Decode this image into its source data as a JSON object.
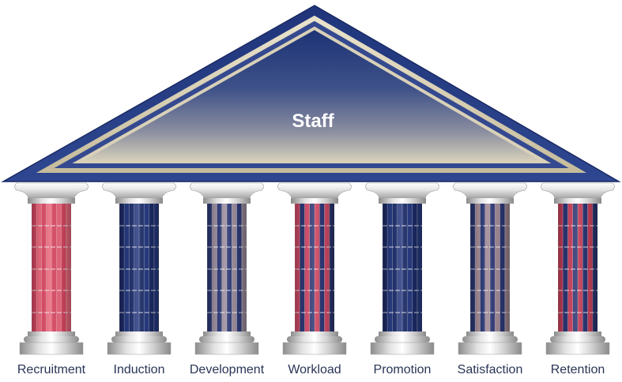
{
  "pediment": {
    "title": "Staff"
  },
  "pillars": [
    {
      "label": "Recruitment",
      "colors": [
        "#dc4a64",
        "#e9687d"
      ]
    },
    {
      "label": "Induction",
      "colors": [
        "#1d2d6b",
        "#283b80"
      ]
    },
    {
      "label": "Development",
      "colors": [
        "#2e3b78",
        "#9c8d9d"
      ]
    },
    {
      "label": "Workload",
      "colors": [
        "#d34b68",
        "#2d3672"
      ]
    },
    {
      "label": "Promotion",
      "colors": [
        "#1d2d6b",
        "#283b80"
      ]
    },
    {
      "label": "Satisfaction",
      "colors": [
        "#2c3875",
        "#a08893"
      ]
    },
    {
      "label": "Retention",
      "colors": [
        "#c8405b",
        "#2b3572"
      ]
    }
  ],
  "colors": {
    "roof_border": "#22377c",
    "roof_band": "#34498f",
    "roof_trim": "#d9d1b8",
    "roof_inner_top": "#1d3375",
    "roof_inner_bottom": "#d3cdb9",
    "title_text": "#ffffff",
    "label_text": "#2a3556",
    "column_metal": "#c8c8c8"
  }
}
